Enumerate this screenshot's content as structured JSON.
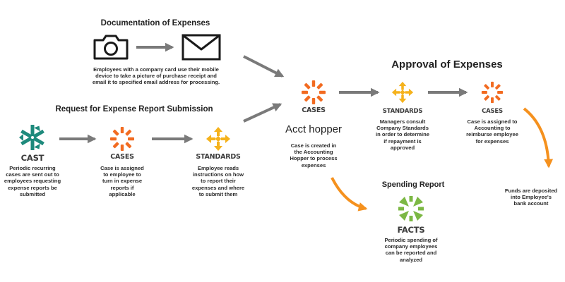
{
  "diagram": {
    "colors": {
      "cases": "#F26B21",
      "standards": "#F5B21C",
      "cast": "#1E8A7C",
      "facts": "#7CB844",
      "arrow": "#7A7A7A",
      "arrow_accent": "#F5911E"
    },
    "documentation": {
      "title": "Documentation of Expenses",
      "description": [
        "Employees with a company card use their mobile",
        "device to take a picture of purchase receipt and",
        "email it to specified email address for processing."
      ],
      "icons": [
        "camera-icon",
        "envelope-icon"
      ]
    },
    "request": {
      "title": "Request for Expense Report Submission",
      "cast": {
        "label": "CAST",
        "description": [
          "Periodic recurring",
          "cases are sent out to",
          "employees requesting",
          "expense reports be",
          "submitted"
        ]
      },
      "cases": {
        "label": "CASES",
        "description": [
          "Case is assigned",
          "to employee to",
          "turn in expense",
          "reports if",
          "applicable"
        ]
      },
      "standards": {
        "label": "STANDARDS",
        "description": [
          "Employee reads",
          "instructions on how",
          "to report their",
          "expenses and where",
          "to submit them"
        ]
      }
    },
    "hopper": {
      "label": "CASES",
      "title": "Acct hopper",
      "description": [
        "Case is created in",
        "the Accounting",
        "Hopper to process",
        "expenses"
      ]
    },
    "approval": {
      "title": "Approval of Expenses",
      "standards": {
        "label": "STANDARDS",
        "description": [
          "Managers consult",
          "Company Standards",
          "in order to determine",
          "if repayment is",
          "approved"
        ]
      },
      "cases": {
        "label": "CASES",
        "description": [
          "Case is assigned to",
          "Accounting to",
          "reimburse employee",
          "for expenses"
        ]
      }
    },
    "spending": {
      "title": "Spending Report",
      "facts": {
        "label": "FACTS",
        "description": [
          "Periodic spending of",
          "company employees",
          "can be reported and",
          "analyzed"
        ]
      }
    },
    "deposit": {
      "description": [
        "Funds are deposited",
        "into Employee's",
        "bank account"
      ]
    }
  }
}
